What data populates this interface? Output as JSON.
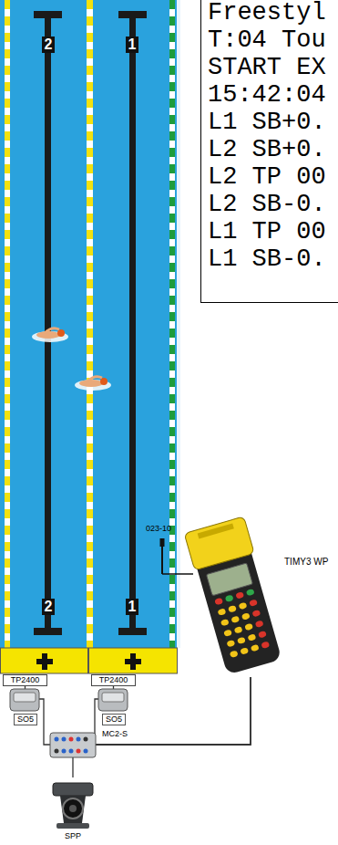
{
  "diagram": {
    "nodes": [
      {
        "text": [
          "Freestyl",
          "T:04 Tou",
          "START EX",
          "15:42:04",
          "L1 SB+0.",
          "L2 SB+0.",
          "L2 TP 00",
          "L2 SB-0.",
          "L1 TP 00",
          "L1 SB-0."
        ]
      },
      {
        "text": [
          "2",
          "2"
        ]
      },
      {
        "text": [
          "1",
          "1"
        ]
      },
      {
        "text": [
          "TP2400"
        ]
      },
      {
        "text": [
          "TP2400"
        ]
      },
      {
        "text": [
          "TIMY3 WP"
        ]
      },
      {
        "text": [
          "SPP"
        ]
      }
    ],
    "edges": [
      {
        "from": 3,
        "to": 5,
        "arrow": "none"
      },
      {
        "from": 4,
        "to": 5,
        "arrow": "none"
      },
      {
        "from": 6,
        "to": 5,
        "arrow": "none"
      }
    ],
    "labels": [
      "SO5",
      "SO5",
      "MC2-S",
      "023-10"
    ]
  }
}
